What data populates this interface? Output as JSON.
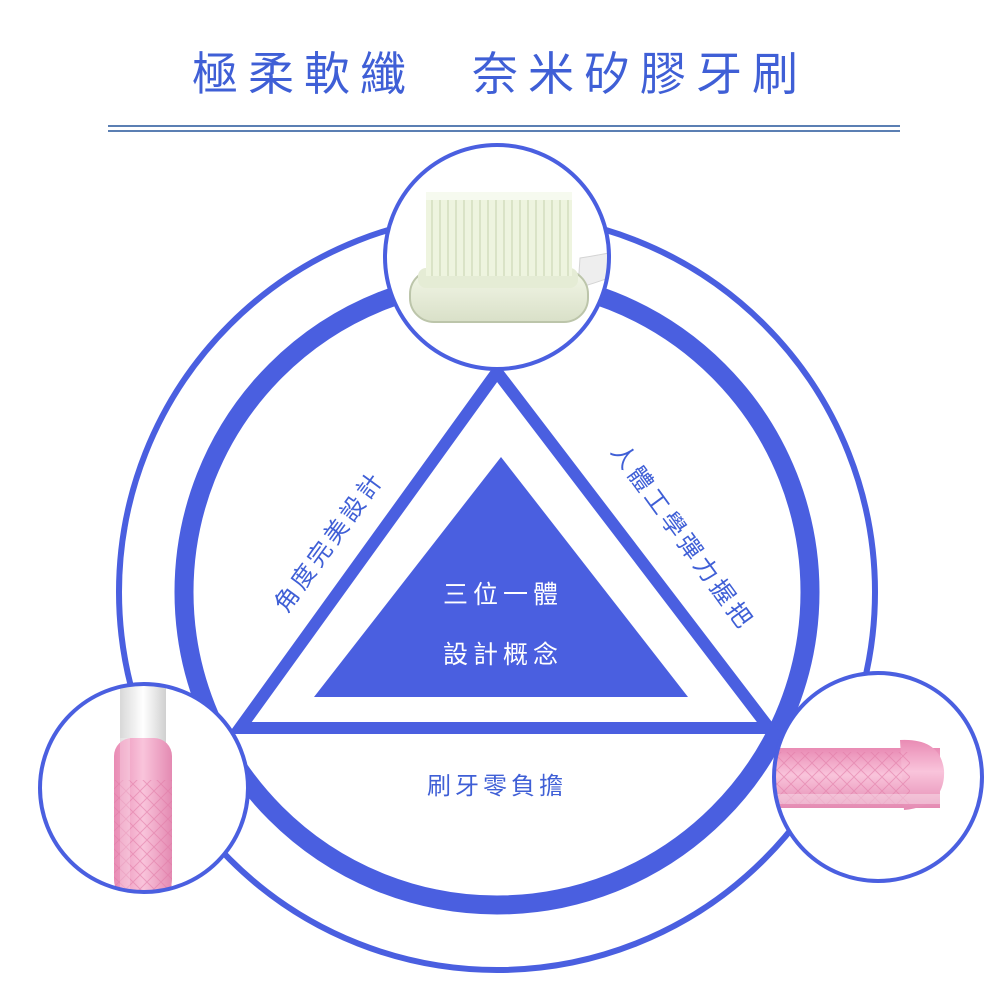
{
  "title": "極柔軟纖　奈米矽膠牙刷",
  "center": {
    "line1": "三位一體",
    "line2": "設計概念"
  },
  "sides": {
    "left": "角度完美設計",
    "right": "人體工學彈力握把",
    "bottom": "刷牙零負擔"
  },
  "colors": {
    "accent": "#3f5fd6",
    "outline": "#4a5fe0",
    "rule": "#5b7fb3",
    "bristle": "#eef4df",
    "grip_pink": "#f3a9c8"
  }
}
